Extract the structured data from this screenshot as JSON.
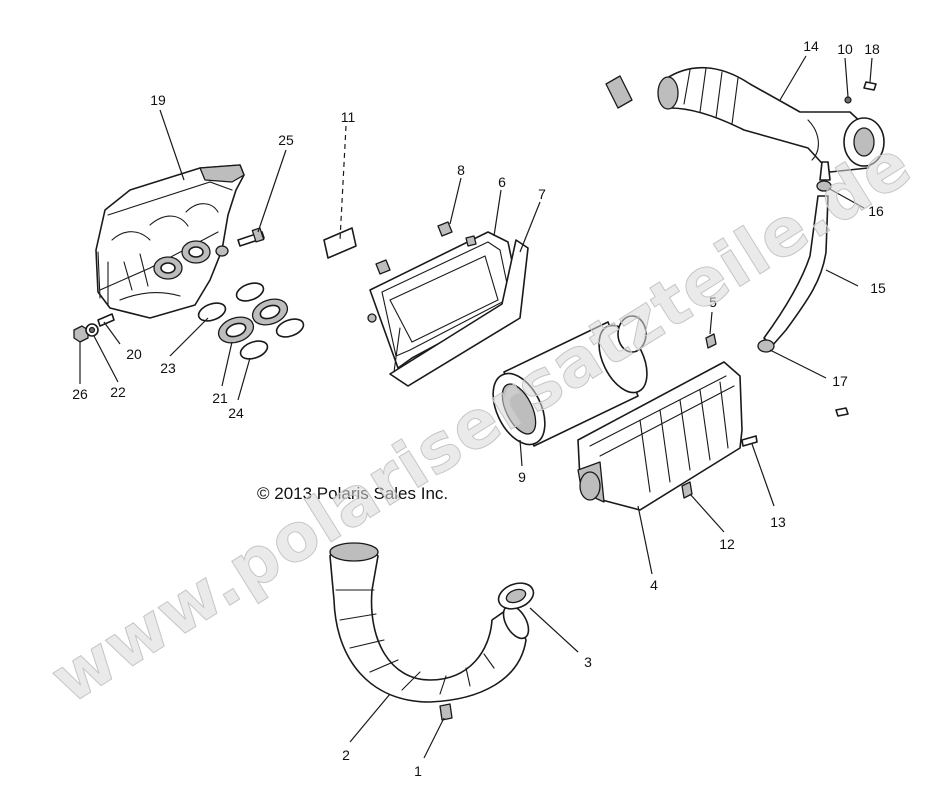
{
  "copyright": "© 2013 Polaris Sales Inc.",
  "watermark": "www.polarisersatzteile.de",
  "callouts": [
    {
      "id": "c1",
      "label": "1"
    },
    {
      "id": "c2",
      "label": "2"
    },
    {
      "id": "c3",
      "label": "3"
    },
    {
      "id": "c4",
      "label": "4"
    },
    {
      "id": "c5",
      "label": "5"
    },
    {
      "id": "c6",
      "label": "6"
    },
    {
      "id": "c7",
      "label": "7"
    },
    {
      "id": "c8",
      "label": "8"
    },
    {
      "id": "c9",
      "label": "9"
    },
    {
      "id": "c10",
      "label": "10"
    },
    {
      "id": "c11",
      "label": "11"
    },
    {
      "id": "c12",
      "label": "12"
    },
    {
      "id": "c13",
      "label": "13"
    },
    {
      "id": "c14",
      "label": "14"
    },
    {
      "id": "c15",
      "label": "15"
    },
    {
      "id": "c16",
      "label": "16"
    },
    {
      "id": "c17",
      "label": "17"
    },
    {
      "id": "c18",
      "label": "18"
    },
    {
      "id": "c19",
      "label": "19"
    },
    {
      "id": "c20",
      "label": "20"
    },
    {
      "id": "c21",
      "label": "21"
    },
    {
      "id": "c22",
      "label": "22"
    },
    {
      "id": "c23",
      "label": "23"
    },
    {
      "id": "c24",
      "label": "24"
    },
    {
      "id": "c25",
      "label": "25"
    },
    {
      "id": "c26",
      "label": "26"
    }
  ]
}
